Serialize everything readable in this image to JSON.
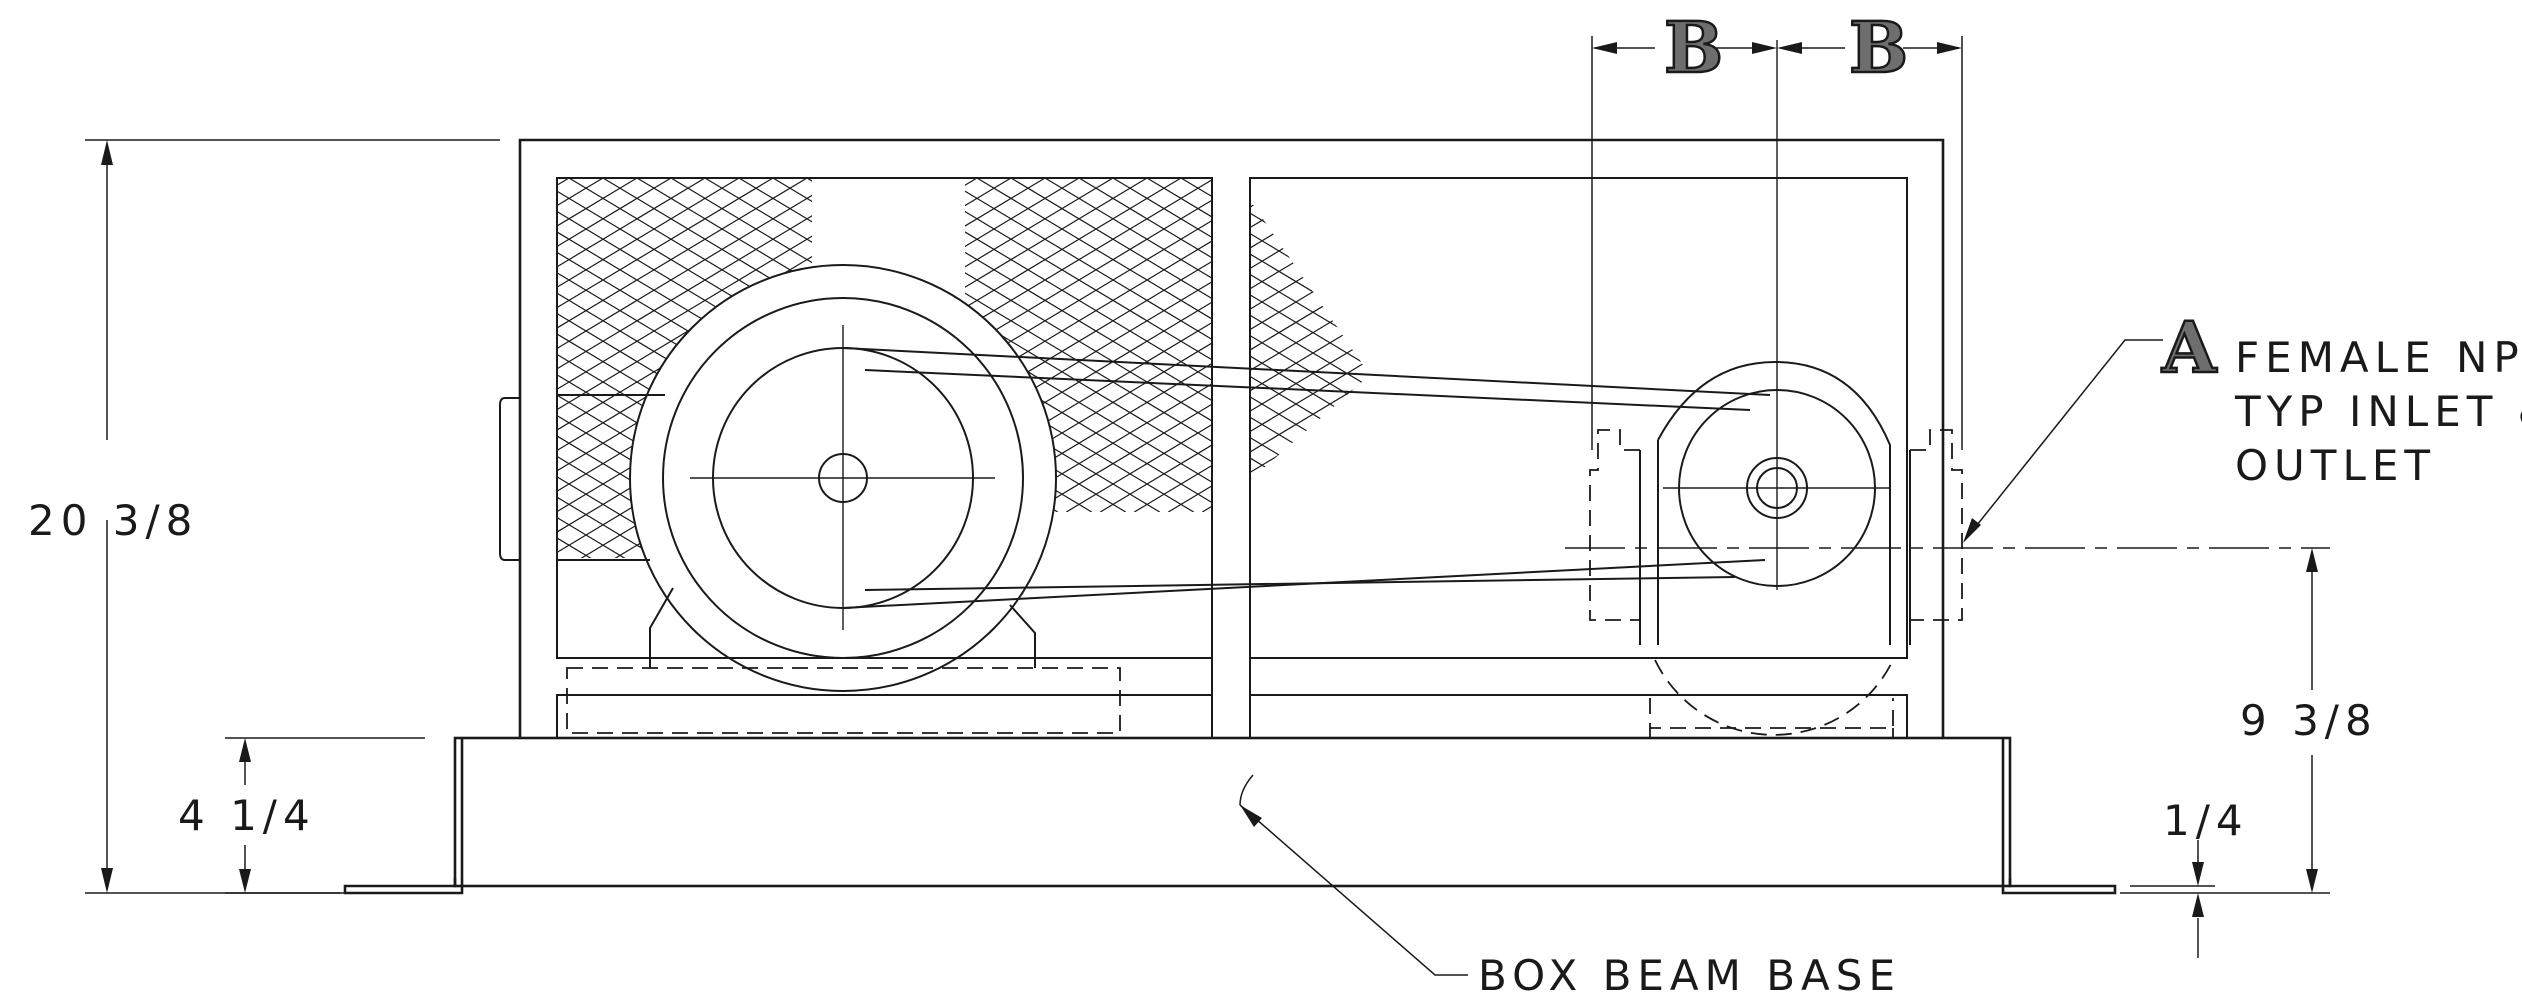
{
  "dimensions": {
    "overall_height": "20 3/8",
    "base_height": "4 1/4",
    "outlet_height": "9 3/8",
    "foot_thickness": "1/4"
  },
  "callouts": {
    "ref_a": "A",
    "npt_line1": "FEMALE NPT",
    "npt_line2": "TYP INLET &",
    "npt_line3": "OUTLET",
    "base_label": "BOX BEAM BASE"
  },
  "spacing": {
    "ref_b_left": "B",
    "ref_b_right": "B"
  }
}
